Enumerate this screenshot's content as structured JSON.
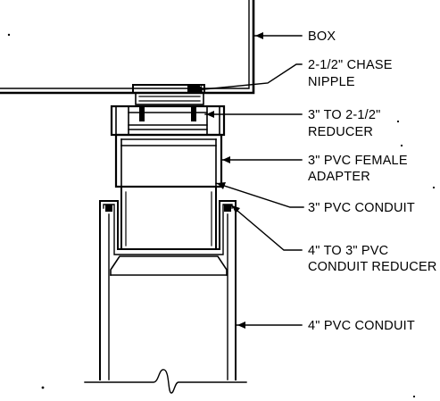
{
  "callouts": {
    "box": "BOX",
    "chase_nipple": [
      "2-1/2\" CHASE",
      "NIPPLE"
    ],
    "reducer_small": [
      "3\" TO 2-1/2\"",
      "REDUCER"
    ],
    "female_adapter": [
      "3\" PVC FEMALE",
      "ADAPTER"
    ],
    "conduit_3": "3\" PVC CONDUIT",
    "conduit_reducer": [
      "4\" TO 3\" PVC",
      "CONDUIT REDUCER"
    ],
    "conduit_4": "4\" PVC CONDUIT"
  },
  "colors": {
    "ink": "#000000",
    "paper": "#ffffff"
  }
}
